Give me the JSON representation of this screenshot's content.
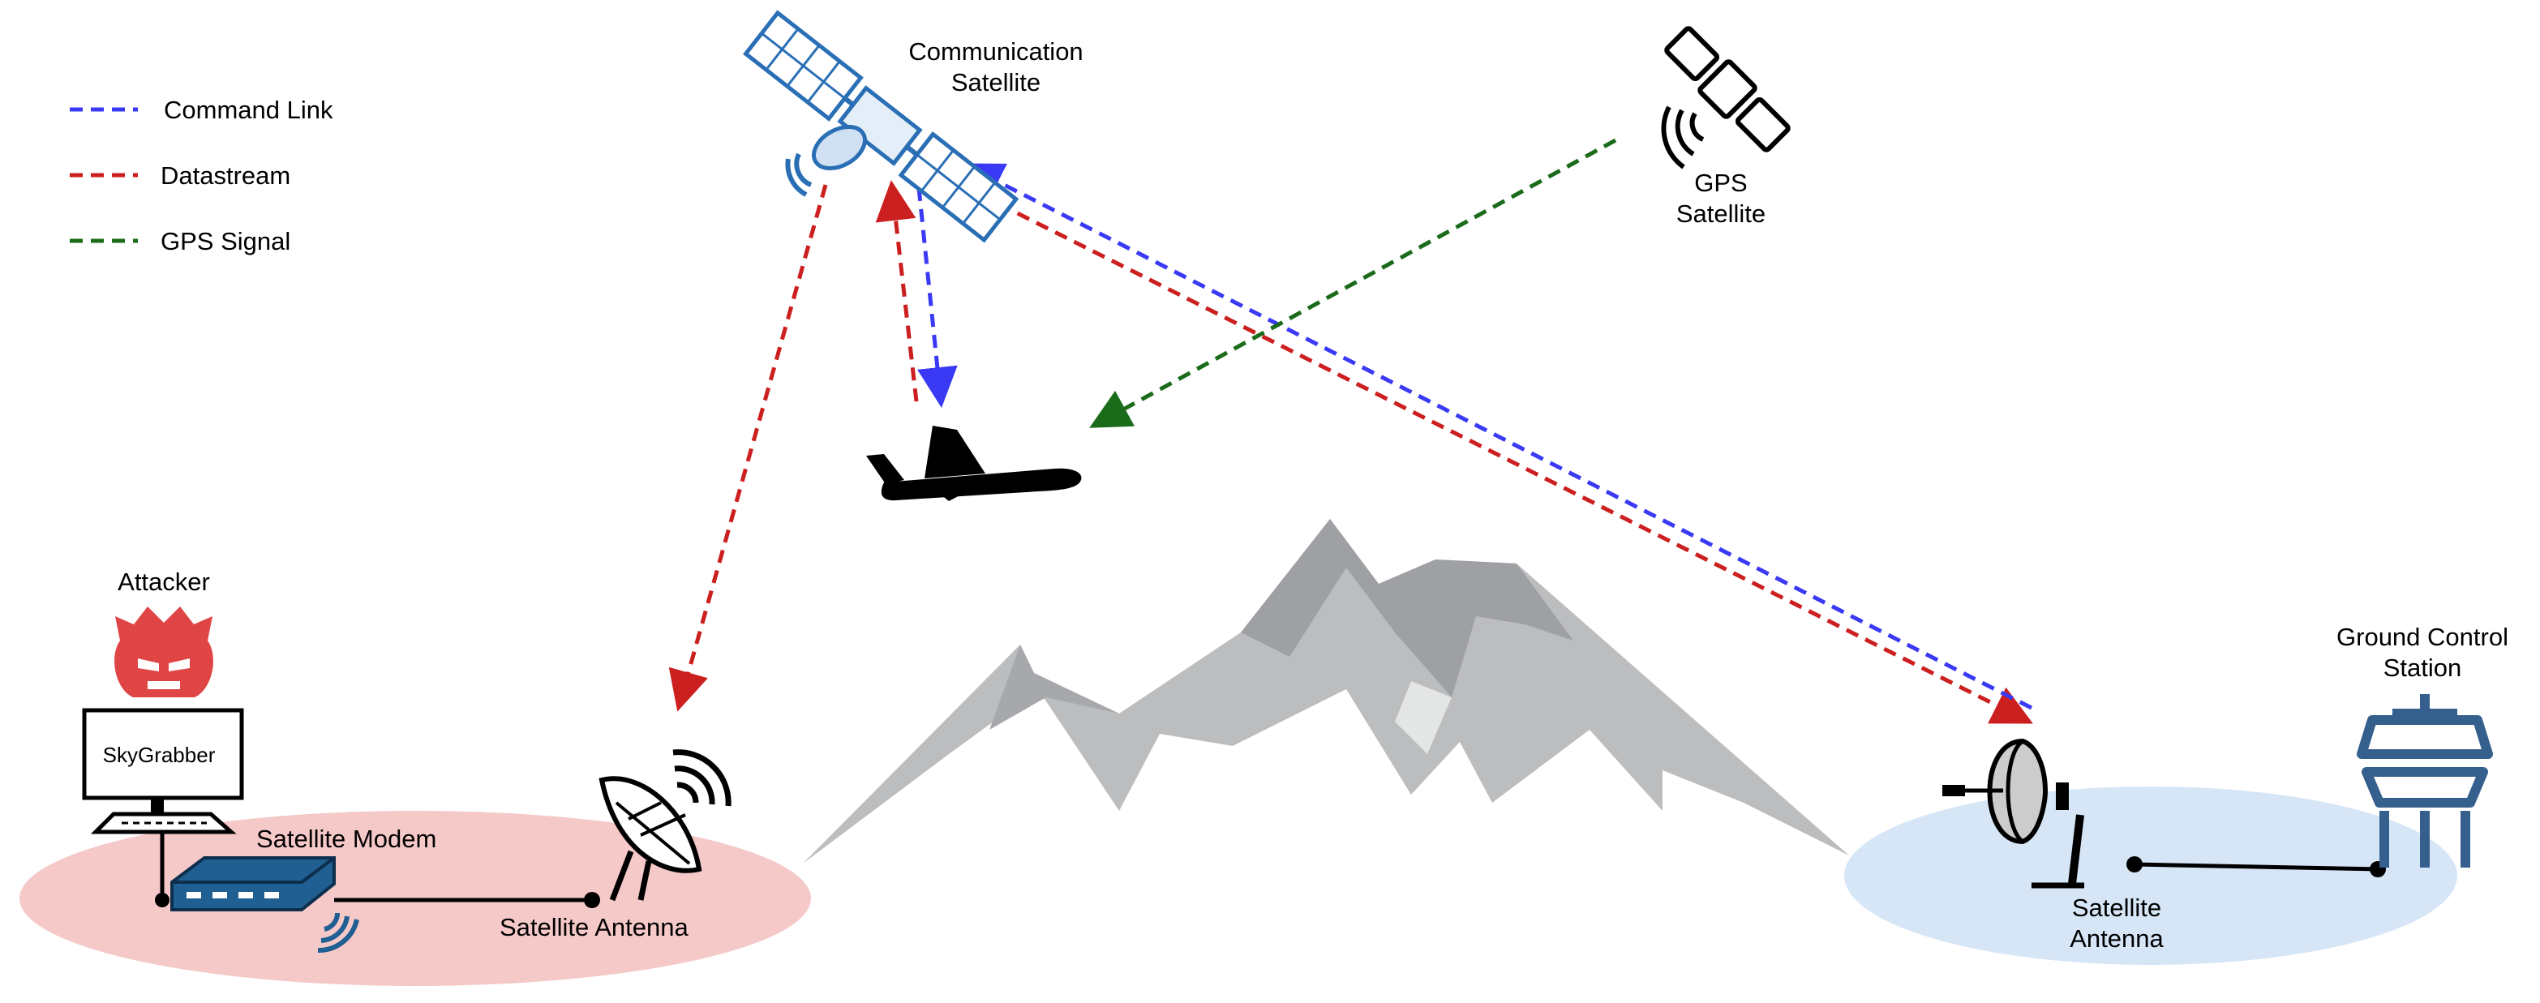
{
  "legend": {
    "items": [
      {
        "label": "Command Link",
        "color": "#3a3af5"
      },
      {
        "label": "Datastream",
        "color": "#cc1f1f"
      },
      {
        "label": "GPS Signal",
        "color": "#1a6b1a"
      }
    ]
  },
  "nodes": {
    "comm_satellite": {
      "label_line1": "Communication",
      "label_line2": "Satellite",
      "icon": "satellite-icon"
    },
    "gps_satellite": {
      "label_line1": "GPS",
      "label_line2": "Satellite",
      "icon": "satellite-icon"
    },
    "aircraft": {
      "icon": "airplane-icon"
    },
    "attacker": {
      "label": "Attacker",
      "icon": "samurai-mask-icon"
    },
    "computer": {
      "screen_text": "SkyGrabber",
      "icon": "computer-monitor-icon"
    },
    "satellite_modem": {
      "label": "Satellite Modem",
      "icon": "modem-icon"
    },
    "attacker_antenna": {
      "label": "Satellite Antenna",
      "icon": "satellite-dish-icon"
    },
    "ground_antenna": {
      "label_line1": "Satellite",
      "label_line2": "Antenna",
      "icon": "satellite-dish-icon"
    },
    "ground_control": {
      "label_line1": "Ground Control",
      "label_line2": "Station",
      "icon": "control-tower-icon"
    },
    "mountain": {
      "icon": "mountain-icon"
    }
  },
  "colors": {
    "command": "#3a3af5",
    "data": "#cc1f1f",
    "gps": "#1a6b1a",
    "attacker_zone": "#f6c9c9",
    "ground_zone": "#d6e6f7",
    "sat_blue": "#2a6fb5",
    "modem_blue": "#1f5f91",
    "tower_blue": "#355f8c",
    "attacker_red": "#e04545",
    "mountain_gray": "#b8b9bb"
  }
}
